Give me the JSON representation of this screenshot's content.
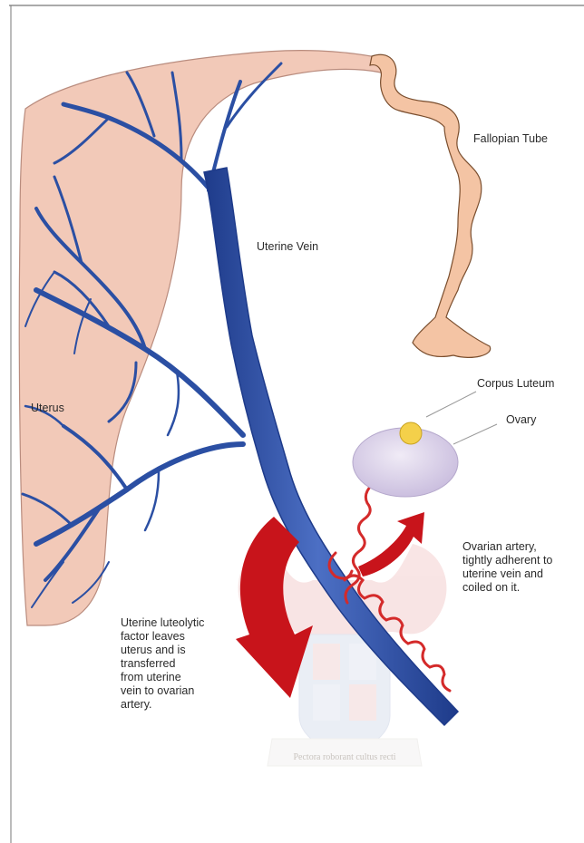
{
  "labels": {
    "fallopian_tube": "Fallopian Tube",
    "uterine_vein": "Uterine Vein",
    "corpus_luteum": "Corpus Luteum",
    "ovary": "Ovary",
    "uterus": "Uterus",
    "ovarian_artery": "Ovarian artery,\ntightly adherent to\nuterine vein and\ncoiled on it.",
    "luteolytic_factor": "Uterine luteolytic\nfactor leaves\nuterus and is\ntransferred\nfrom uterine\nvein to ovarian\nartery."
  },
  "watermark": {
    "motto": "Pectora roborant cultus recti"
  },
  "colors": {
    "uterus_fill": "#f2c9b8",
    "tube_fill": "#f4c4a4",
    "vein_blue": "#2b4fa3",
    "vein_dark": "#1e3b8a",
    "artery_red": "#d42a2a",
    "arrow_red": "#c8141b",
    "ovary_lilac": "#ddd3ea",
    "corpus_yellow": "#f4d04a",
    "frame_line": "#555555"
  }
}
